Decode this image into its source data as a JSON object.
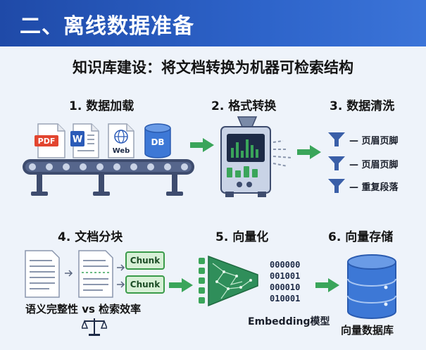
{
  "header": {
    "title": "二、离线数据准备"
  },
  "subtitle": "知识库建设：将文档转换为机器可检索结构",
  "steps": {
    "load": {
      "title": "1. 数据加载",
      "docs": [
        "PDF",
        "W",
        "Web",
        "DB"
      ]
    },
    "convert": {
      "title": "2. 格式转换"
    },
    "clean": {
      "title": "3. 数据清洗",
      "items": [
        "— 页眉页脚",
        "— 页眉页脚",
        "— 重复段落"
      ]
    },
    "chunk": {
      "title": "4. 文档分块",
      "chunks": [
        "Chunk",
        "Chunk"
      ],
      "caption": "语义完整性 vs 检索效率"
    },
    "vectorize": {
      "title": "5. 向量化",
      "binary": [
        "000000",
        "001001",
        "000010",
        "010001"
      ],
      "model_label": "Embedding模型"
    },
    "store": {
      "title": "6. 向量存储",
      "caption": "向量数据库"
    }
  },
  "colors": {
    "header": "#2d63c9",
    "arrow": "#3aa55a",
    "doc_pdf": "#e2452f",
    "doc_word": "#2b5bb8",
    "doc_db": "#3d78d6",
    "belt": "#3e4c6e",
    "filter": "#3a5fa8",
    "chunk_fill": "#d7f0d6",
    "db_fill": "#3d78d6"
  }
}
